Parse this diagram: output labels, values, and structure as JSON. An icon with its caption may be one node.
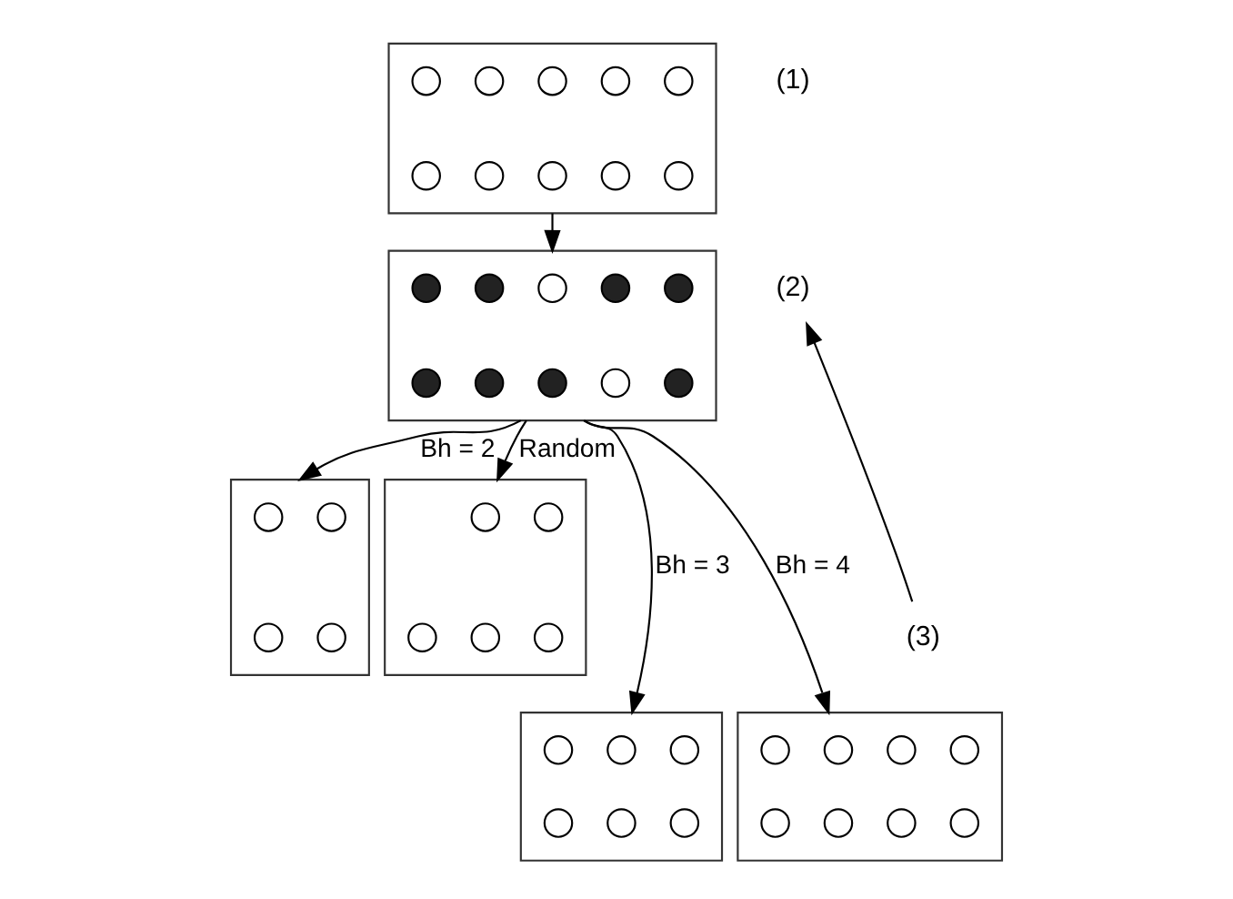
{
  "diagram": {
    "nodes": [
      {
        "text": [],
        "shape": "box"
      },
      {
        "text": [],
        "shape": "circle",
        "in": 0
      },
      {
        "text": [],
        "shape": "circle",
        "in": 0
      },
      {
        "text": [],
        "shape": "circle",
        "in": 0
      },
      {
        "text": [],
        "shape": "circle",
        "in": 0
      },
      {
        "text": [],
        "shape": "circle",
        "in": 0
      },
      {
        "text": [],
        "shape": "circle",
        "in": 0
      },
      {
        "text": [],
        "shape": "circle",
        "in": 0
      },
      {
        "text": [],
        "shape": "circle",
        "in": 0
      },
      {
        "text": [],
        "shape": "circle",
        "in": 0
      },
      {
        "text": [],
        "shape": "circle",
        "in": 0
      },
      {
        "text": [],
        "shape": "box"
      },
      {
        "text": [],
        "shape": "dot",
        "in": 11
      },
      {
        "text": [],
        "shape": "dot",
        "in": 11
      },
      {
        "text": [],
        "shape": "circle",
        "in": 11
      },
      {
        "text": [],
        "shape": "dot",
        "in": 11
      },
      {
        "text": [],
        "shape": "dot",
        "in": 11
      },
      {
        "text": [],
        "shape": "dot",
        "in": 11
      },
      {
        "text": [],
        "shape": "circle",
        "in": 11
      },
      {
        "text": [],
        "shape": "dot",
        "in": 11
      },
      {
        "text": [],
        "shape": "dot",
        "in": 11
      },
      {
        "text": [],
        "shape": "dot",
        "in": 11
      },
      {
        "text": [
          "(2)"
        ]
      },
      {
        "text": [],
        "shape": "box"
      },
      {
        "text": [],
        "shape": "circle",
        "in": 23
      },
      {
        "text": [],
        "shape": "circle",
        "in": 23
      },
      {
        "text": [],
        "shape": "circle",
        "in": 23
      },
      {
        "text": [],
        "shape": "circle",
        "in": 23
      },
      {
        "text": [],
        "shape": "box"
      },
      {
        "text": [],
        "shape": "circle",
        "in": 28
      },
      {
        "text": [],
        "shape": "circle",
        "in": 28
      },
      {
        "text": [],
        "shape": "circle",
        "in": 28
      },
      {
        "text": [],
        "shape": "circle",
        "in": 28
      },
      {
        "text": [],
        "shape": "circle",
        "in": 28
      },
      {
        "text": [],
        "shape": "box"
      },
      {
        "text": [],
        "shape": "circle",
        "in": 34
      },
      {
        "text": [],
        "shape": "circle",
        "in": 34
      },
      {
        "text": [],
        "shape": "circle",
        "in": 34
      },
      {
        "text": [],
        "shape": "circle",
        "in": 34
      },
      {
        "text": [],
        "shape": "circle",
        "in": 34
      },
      {
        "text": [],
        "shape": "circle",
        "in": 34
      },
      {
        "text": [],
        "shape": "box"
      },
      {
        "text": [],
        "shape": "circle",
        "in": 41
      },
      {
        "text": [],
        "shape": "circle",
        "in": 41
      },
      {
        "text": [],
        "shape": "circle",
        "in": 41
      },
      {
        "text": [],
        "shape": "circle",
        "in": 41
      },
      {
        "text": [],
        "shape": "circle",
        "in": 41
      },
      {
        "text": [],
        "shape": "circle",
        "in": 41
      },
      {
        "text": [],
        "shape": "circle",
        "in": 41
      },
      {
        "text": [],
        "shape": "circle",
        "in": 41
      },
      {
        "text": [
          "(3)"
        ]
      }
    ],
    "edges": [
      {
        "from": 0,
        "to": 11,
        "arrow": "to"
      },
      {
        "from": 11,
        "to": 23,
        "label": "Bh = 2",
        "arrow": "to"
      },
      {
        "from": 11,
        "to": 34,
        "label": "Bh = 3",
        "arrow": "to"
      },
      {
        "from": 11,
        "to": 41,
        "label": "Bh = 4",
        "arrow": "to"
      },
      {
        "from": 11,
        "to": 28,
        "label": "Random",
        "arrow": "to"
      },
      {
        "from": 50,
        "to": 22,
        "arrow": "to"
      }
    ],
    "labels": [
      "(1)"
    ]
  }
}
